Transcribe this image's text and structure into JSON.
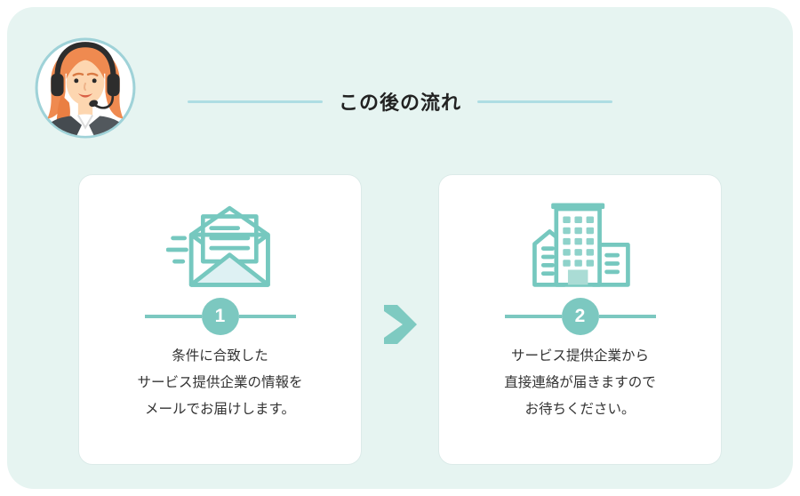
{
  "header": {
    "title": "この後の流れ"
  },
  "avatar": {
    "icon": "operator-with-headset-avatar"
  },
  "steps": [
    {
      "number": "1",
      "icon": "speeding-envelope-icon",
      "lines": [
        "条件に合致した",
        "サービス提供企業の情報を",
        "メールでお届けします。"
      ]
    },
    {
      "number": "2",
      "icon": "office-building-icon",
      "lines": [
        "サービス提供企業から",
        "直接連絡が届きますので",
        "お待ちください。"
      ]
    }
  ],
  "connector": {
    "icon": "chevron-right-icon"
  },
  "colors": {
    "panel_bg": "#e6f4f1",
    "accent_teal": "#7cc8c0",
    "icon_stroke": "#76c8bf",
    "icon_light_fill": "#def1f3",
    "window_fill": "#8ed2ca",
    "title_line": "#aedde3",
    "avatar_ring": "#9fd2d8",
    "text": "#333333",
    "title_text": "#222222",
    "card_bg": "#ffffff",
    "card_border": "#dcebe9"
  }
}
